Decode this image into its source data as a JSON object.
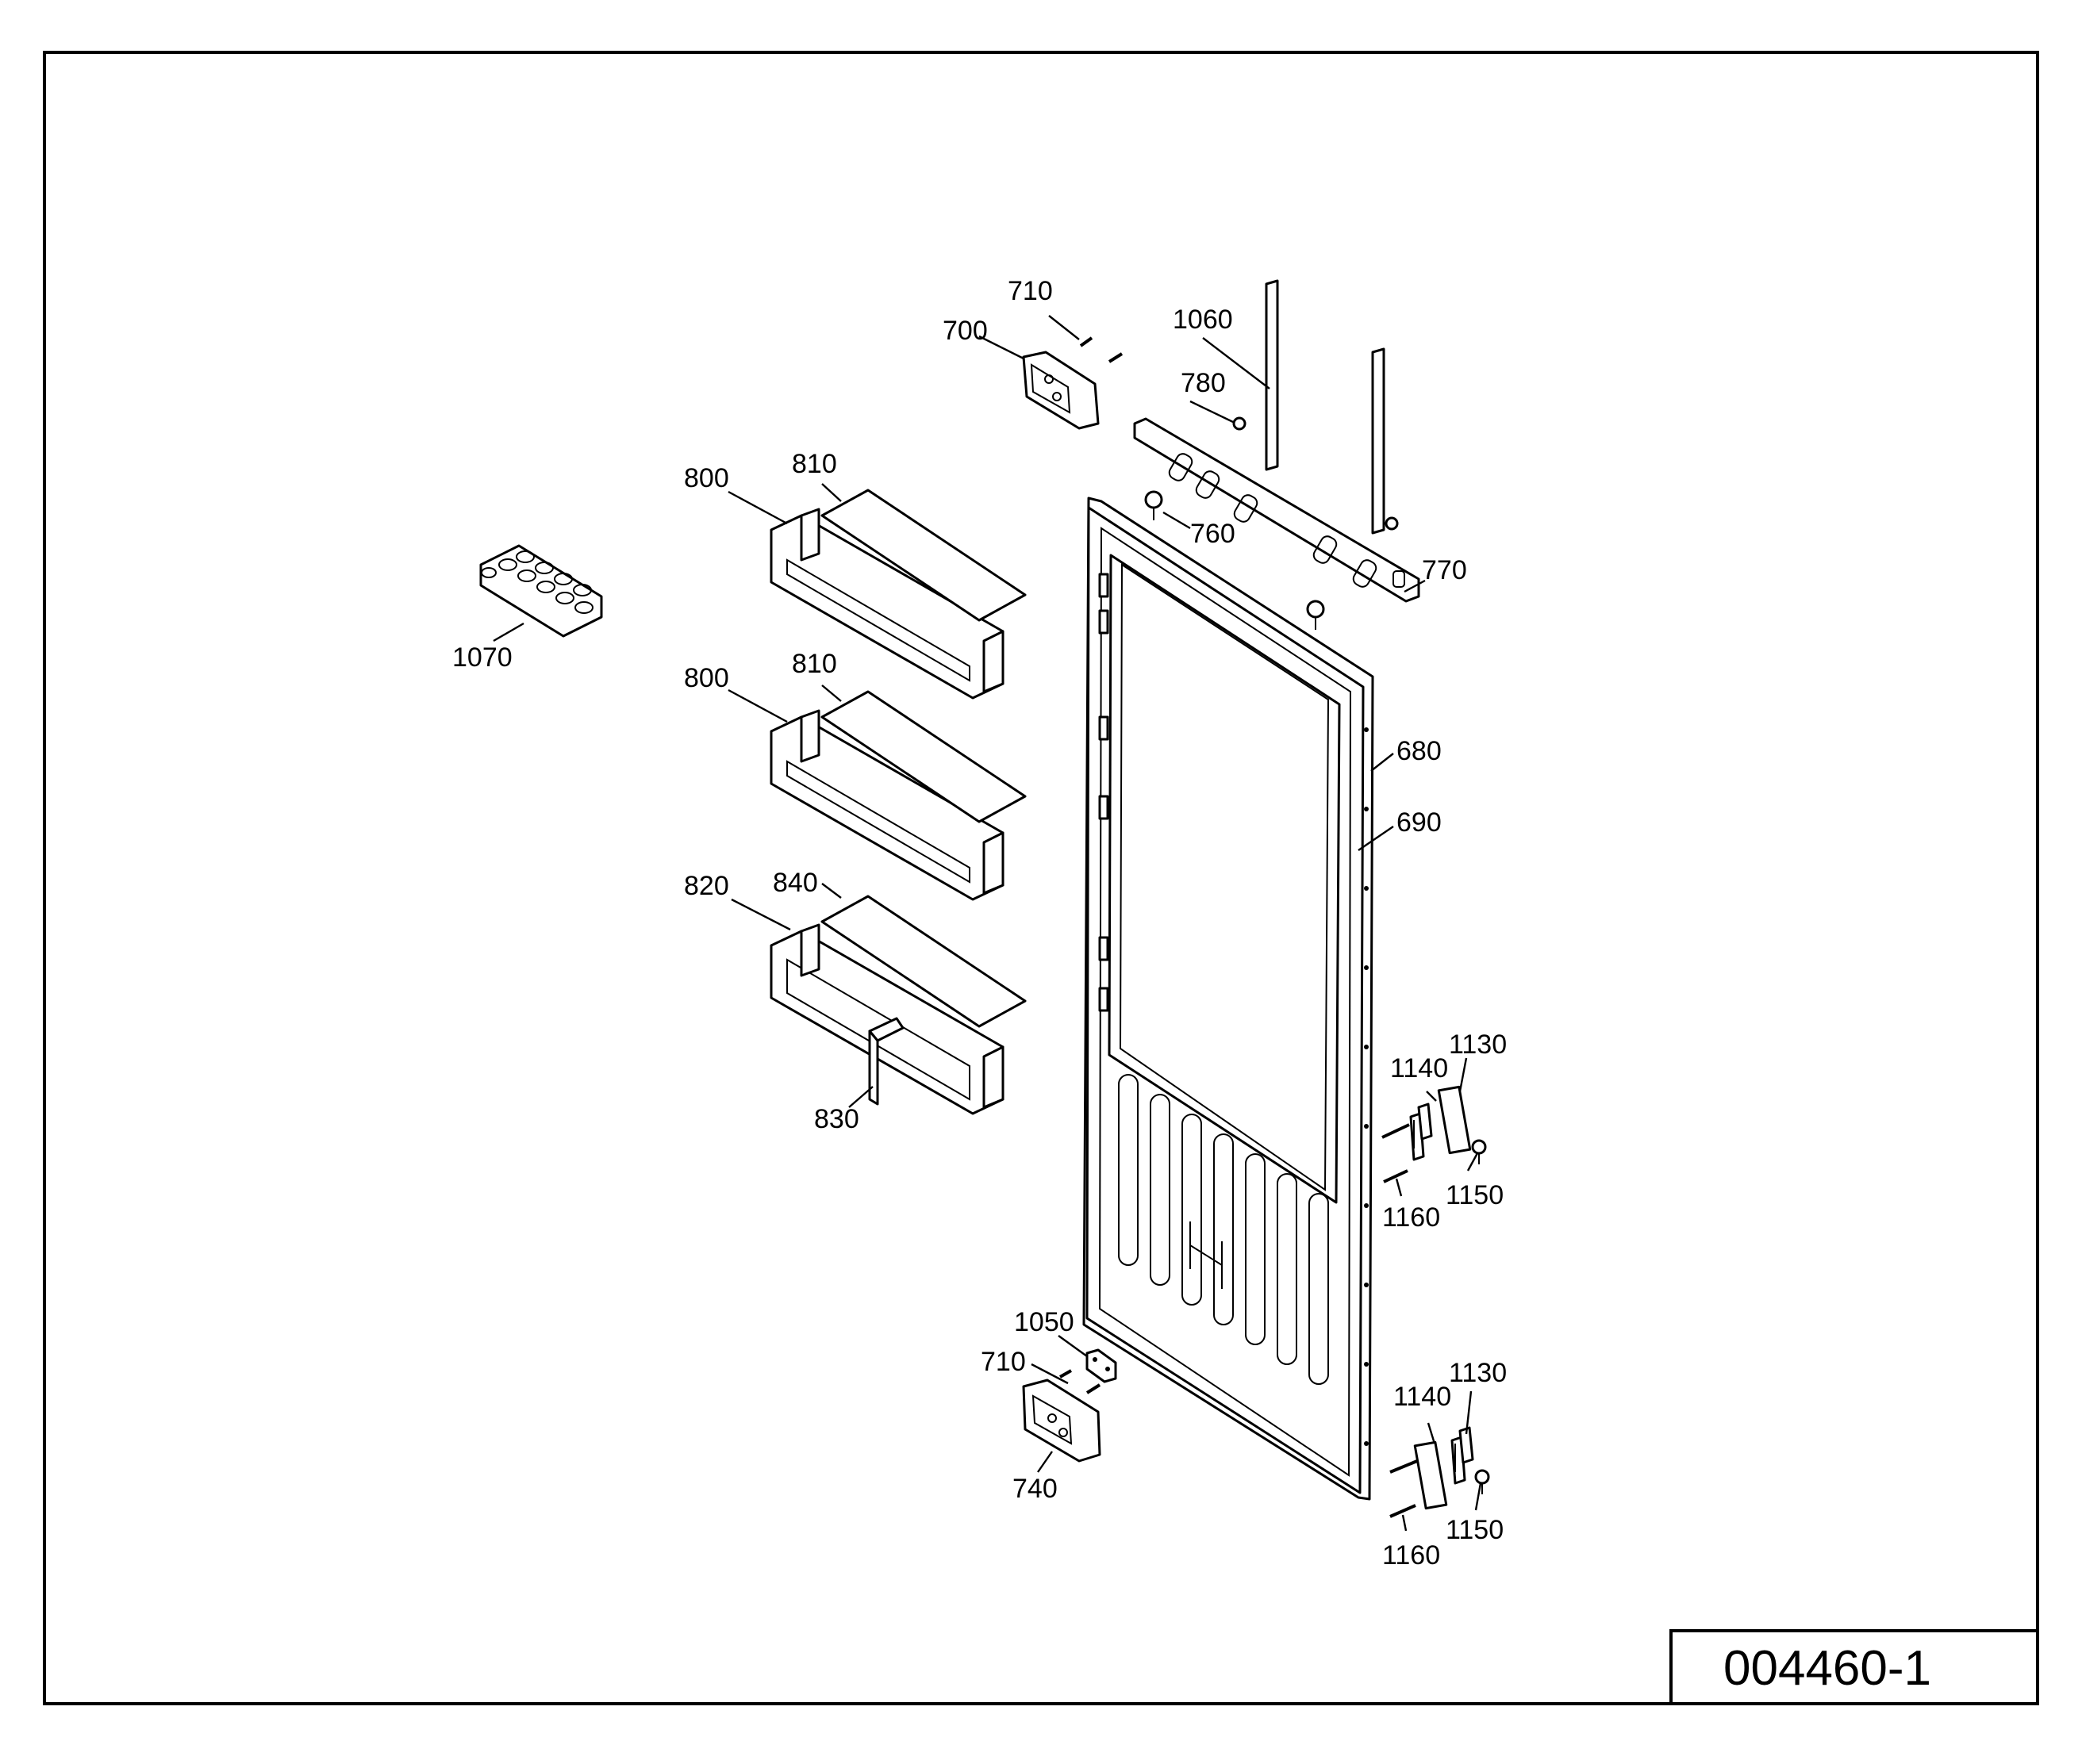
{
  "drawing": {
    "code": "004460-1",
    "callouts": {
      "c710_top": "710",
      "c700": "700",
      "c1060": "1060",
      "c780": "780",
      "c760": "760",
      "c770": "770",
      "c800_a": "800",
      "c810_a": "810",
      "c800_b": "800",
      "c810_b": "810",
      "c820": "820",
      "c840": "840",
      "c830": "830",
      "c1070": "1070",
      "c680": "680",
      "c690": "690",
      "c1140_a": "1140",
      "c1130_a": "1130",
      "c1160_a": "1160",
      "c1150_a": "1150",
      "c1050": "1050",
      "c710_bot": "710",
      "c740": "740",
      "c1140_b": "1140",
      "c1130_b": "1130",
      "c1160_b": "1160",
      "c1150_b": "1150"
    }
  }
}
